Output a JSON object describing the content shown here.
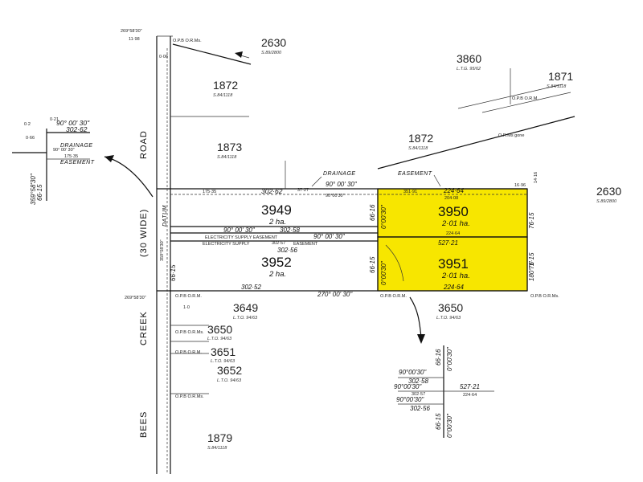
{
  "colors": {
    "highlight": "#f7e600",
    "ink": "#111111"
  },
  "road": {
    "name_bees": "BEES",
    "name_creek": "CREEK",
    "name_road": "ROAD",
    "width": "(30 WIDE)"
  },
  "lots": {
    "l3949": {
      "number": "3949",
      "area": "2 ha."
    },
    "l3950": {
      "number": "3950",
      "area": "2·01 ha."
    },
    "l3951": {
      "number": "3951",
      "area": "2·01 ha."
    },
    "l3952": {
      "number": "3952",
      "area": "2 ha."
    },
    "l2630_top": {
      "number": "2630",
      "ref": "S.89/2800"
    },
    "l2630_right": {
      "number": "2630",
      "ref": "S.89/2800"
    },
    "l1872_left": {
      "number": "1872",
      "ref": "S.84/1118"
    },
    "l1872_mid": {
      "number": "1872",
      "ref": "S.84/1118"
    },
    "l1873": {
      "number": "1873",
      "ref": "S.84/1118"
    },
    "l3860": {
      "number": "3860",
      "ref": "L.T.G. 95/62"
    },
    "l1871": {
      "number": "1871",
      "ref": "S.84/1118"
    },
    "l3649": {
      "number": "3649",
      "ref": "L.T.O. 94/63"
    },
    "l3650_right": {
      "number": "3650",
      "ref": "L.T.O. 94/63"
    },
    "l3650_left": {
      "number": "3650",
      "ref": "L.T.O. 94/63"
    },
    "l3651": {
      "number": "3651",
      "ref": "L.T.O. 94/63"
    },
    "l3652": {
      "number": "3652",
      "ref": "L.T.O. 94/63"
    },
    "l1879": {
      "number": "1879",
      "ref": "S.84/1118"
    }
  },
  "labels": {
    "drainage": "DRAINAGE",
    "easement": "EASEMENT",
    "datum": "DATUM",
    "elec_easement": "ELECTRICITY SUPPLY EASEMENT",
    "elec_supply": "ELECTRICITY SUPPLY",
    "easement_short": "EASEMENT",
    "opb_orm": "O.P.B O.R.M.",
    "opb_orms": "O.P.B O.R.Ms.",
    "orm_gone": "O.R.Ms gone",
    "bearing_top": "269°58'30\"",
    "bearing_left": "359°58'30\"",
    "bearing_left_mid": "269°58'30\"",
    "small_1_0": "1·0",
    "small_1198": "11·98",
    "small_006": "0·06"
  },
  "dims": {
    "top_bearing": "90° 00' 30\"",
    "top_distance": "302·62",
    "top_sub": "90°00'30\"",
    "right_top_a": "351·91",
    "right_top_b": "224·64",
    "right_top_c": "204·08",
    "left_top_dist": "175·35",
    "d3727": "37·27",
    "mid_bearing": "90° 00' 30\"",
    "d30258": "302·58",
    "elec_bearing": "90° 00' 30\"",
    "d30257": "302·57",
    "d30256": "302·56",
    "d52721": "527·21",
    "d22464_mid": "224·64",
    "bottom_bearing": "270° 00' 30\"",
    "d30252": "302·52",
    "d22464_bot": "224·64",
    "v6616": "66·16",
    "v6615": "66·15",
    "v0_00_30": "0°00'30\"",
    "v7615": "76·15",
    "v180": "180° 1'",
    "d1696": "16·96",
    "d1416": "14·16"
  },
  "inset_left": {
    "bearing": "90° 00' 30\"",
    "distance": "302·62",
    "sub_bearing": "90° 00' 30\"",
    "sub_dist": "175·35",
    "drainage": "DRAINAGE",
    "easement": "EASEMENT",
    "side_bearing": "359°58'30\"",
    "side_dist": "66·15",
    "small_02": "0·2",
    "small_066": "0·66",
    "small_021": "0·21"
  },
  "inset_bottom": {
    "v6616": "66·16",
    "v0030a": "0°00'30\"",
    "b1": "90°00'30\"",
    "d1": "302·58",
    "b2": "90°00'30\"",
    "d2": "302·57",
    "b3": "90°00'30\"",
    "d3": "302·56",
    "d4": "527·21",
    "d5": "224·64",
    "v6615": "66·15",
    "v0030b": "0°00'30\""
  }
}
